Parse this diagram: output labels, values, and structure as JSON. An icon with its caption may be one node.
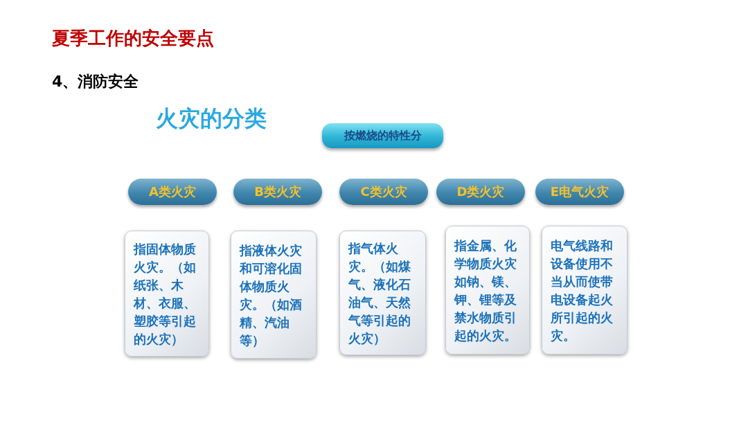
{
  "diagram": {
    "title": "夏季工作的安全要点",
    "nodes": [
      {
        "text": [
          "按燃烧的特性分"
        ]
      },
      {
        "text": [
          "A类火灾"
        ]
      },
      {
        "text": [
          "B类火灾"
        ]
      },
      {
        "text": [
          "C类火灾"
        ]
      },
      {
        "text": [
          "D类火灾"
        ]
      },
      {
        "text": [
          "E电气火灾"
        ]
      },
      {
        "text": [
          "指固体物质火灾。（如纸张、木材、衣服、塑胶等引起的火灾）"
        ]
      },
      {
        "text": [
          "指液体火灾和可溶化固体物质火灾。（如酒精、汽油等）"
        ]
      },
      {
        "text": [
          "指气体火灾。（如煤气、液化石油气、天然气等引起的火灾）"
        ]
      },
      {
        "text": [
          "指金属、化学物质火灾如钠、镁、钾、锂等及禁水物质引起的火灾。"
        ]
      },
      {
        "text": [
          "电气线路和设备使用不当从而使带电设备起火所引起的火灾。"
        ]
      }
    ],
    "labels": [
      "4、消防安全",
      "火灾的分类"
    ]
  }
}
